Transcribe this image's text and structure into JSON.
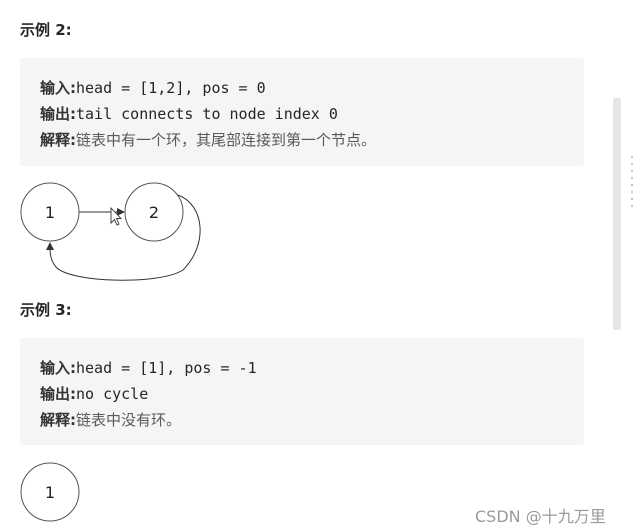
{
  "examples": [
    {
      "title": "示例 2:",
      "input_label": "输入:",
      "input_value": "head = [1,2], pos = 0",
      "output_label": "输出:",
      "output_value": "tail connects to node index 0",
      "explain_label": "解释:",
      "explain_value": "链表中有一个环，其尾部连接到第一个节点。",
      "nodes": [
        "1",
        "2"
      ]
    },
    {
      "title": "示例 3:",
      "input_label": "输入:",
      "input_value": "head = [1], pos = -1",
      "output_label": "输出:",
      "output_value": "no cycle",
      "explain_label": "解释:",
      "explain_value": "链表中没有环。",
      "nodes": [
        "1"
      ]
    }
  ],
  "watermark": "CSDN @十九万里",
  "colors": {
    "box_background": "#f5f5f5",
    "node_stroke": "#555555",
    "watermark": "#9a9a9a"
  }
}
